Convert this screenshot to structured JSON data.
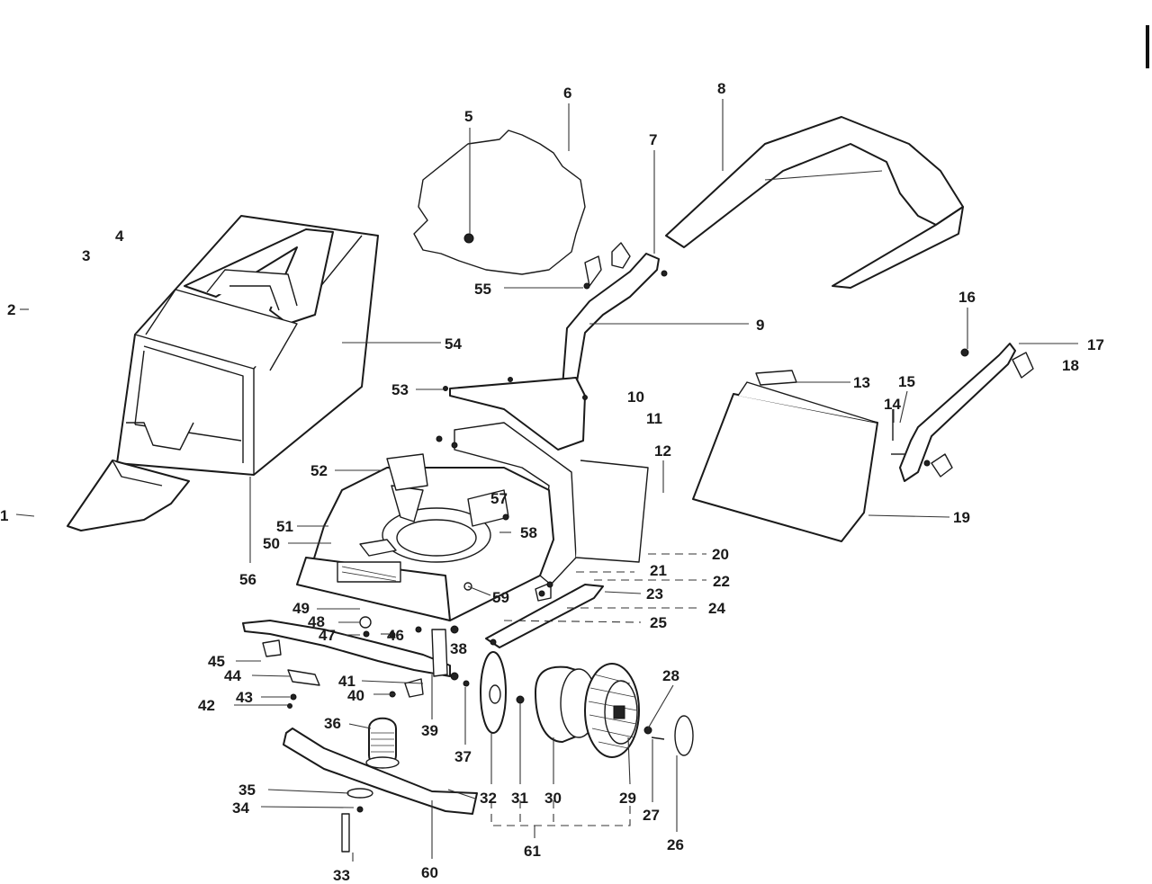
{
  "diagram": {
    "labels": [
      "1",
      "2",
      "3",
      "4",
      "5",
      "6",
      "7",
      "8",
      "9",
      "10",
      "11",
      "12",
      "13",
      "14",
      "15",
      "16",
      "17",
      "18",
      "19",
      "20",
      "21",
      "22",
      "23",
      "24",
      "25",
      "26",
      "27",
      "28",
      "29",
      "30",
      "31",
      "32",
      "33",
      "34",
      "35",
      "36",
      "37",
      "38",
      "39",
      "40",
      "41",
      "42",
      "43",
      "44",
      "45",
      "46",
      "47",
      "48",
      "49",
      "50",
      "51",
      "52",
      "53",
      "54",
      "55",
      "56",
      "57",
      "58",
      "59",
      "60",
      "61",
      "32"
    ]
  }
}
